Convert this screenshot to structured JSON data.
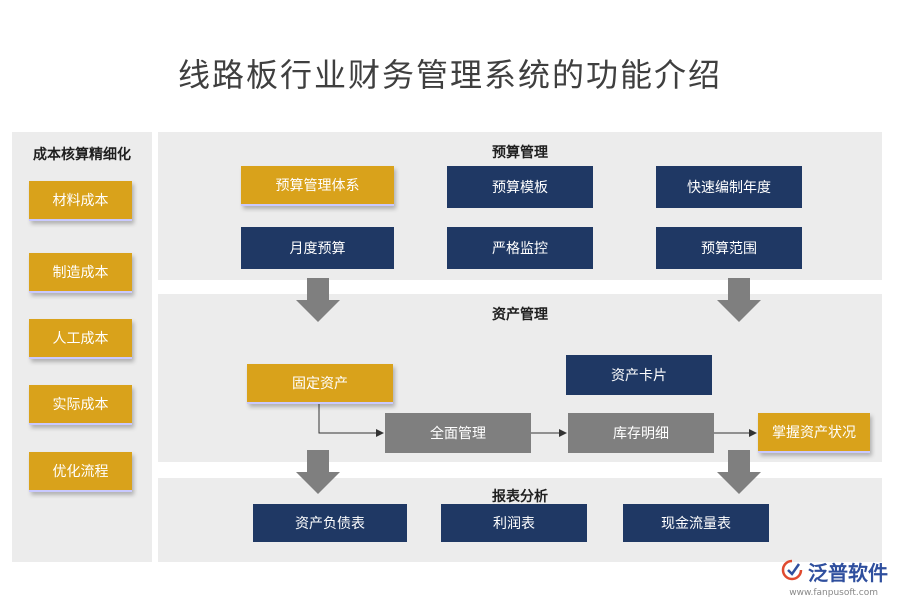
{
  "title": "线路板行业财务管理系统的功能介绍",
  "left_panel": {
    "title": "成本核算精细化",
    "items": [
      "材料成本",
      "制造成本",
      "人工成本",
      "实际成本",
      "优化流程"
    ]
  },
  "budget": {
    "title": "预算管理",
    "items": [
      "预算管理体系",
      "预算模板",
      "快速编制年度",
      "月度预算",
      "严格监控",
      "预算范围"
    ]
  },
  "asset": {
    "title": "资产管理",
    "fixed": "固定资产",
    "card": "资产卡片",
    "overall": "全面管理",
    "inventory": "库存明细",
    "status": "掌握资产状况"
  },
  "report": {
    "title": "报表分析",
    "items": [
      "资产负债表",
      "利润表",
      "现金流量表"
    ]
  },
  "logo": {
    "name": "泛普软件",
    "url": "www.fanpusoft.com"
  },
  "colors": {
    "navy": "#1f3864",
    "gold": "#d9a21b",
    "gray": "#7f7f7f",
    "panel": "#ececec"
  }
}
